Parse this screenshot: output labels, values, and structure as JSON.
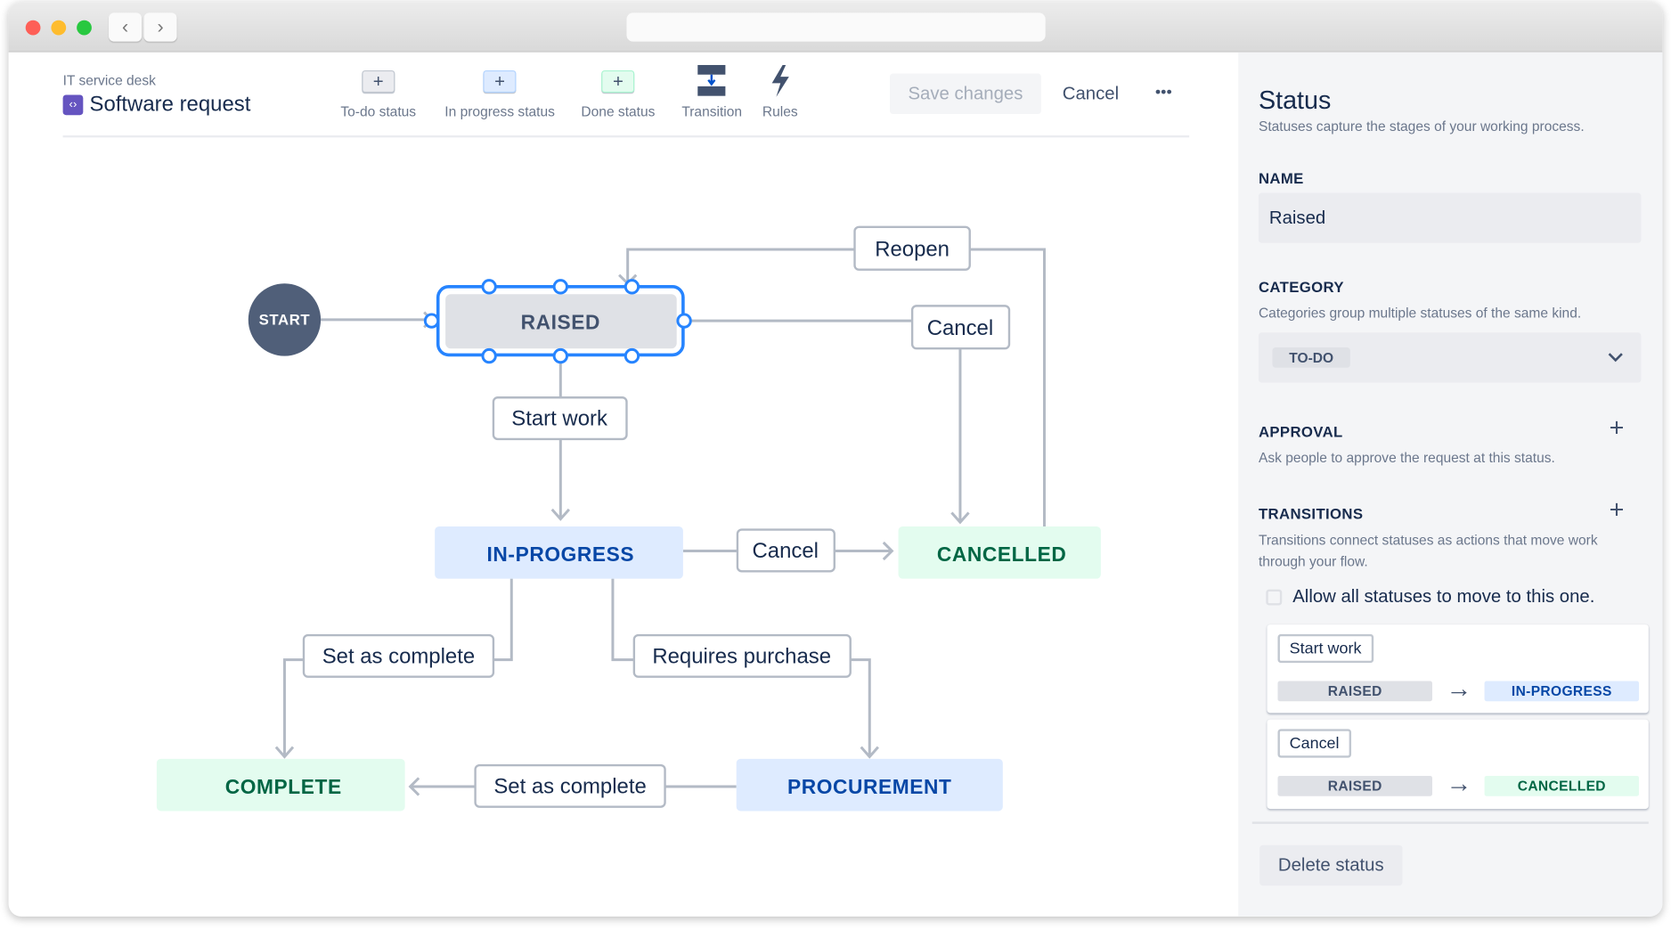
{
  "header": {
    "project": "IT service desk",
    "title": "Software request"
  },
  "toolbar": {
    "items": [
      {
        "label": "To-do status",
        "icon": "plus-icon",
        "color": "#ebecf0"
      },
      {
        "label": "In progress status",
        "icon": "plus-icon",
        "color": "#deebff"
      },
      {
        "label": "Done status",
        "icon": "plus-icon",
        "color": "#e3fcef"
      },
      {
        "label": "Transition",
        "icon": "transition-icon"
      },
      {
        "label": "Rules",
        "icon": "lightning-icon"
      }
    ],
    "plus": "+",
    "save": "Save changes",
    "cancel": "Cancel",
    "more": "•••"
  },
  "diagram": {
    "start": "START",
    "statuses": {
      "raised": "RAISED",
      "in_progress": "IN-PROGRESS",
      "cancelled": "CANCELLED",
      "complete": "COMPLETE",
      "procurement": "PROCUREMENT"
    },
    "transitions": {
      "reopen": "Reopen",
      "cancel_raised": "Cancel",
      "start_work": "Start work",
      "cancel_progress": "Cancel",
      "set_complete_1": "Set as complete",
      "requires_purchase": "Requires purchase",
      "set_complete_2": "Set as complete"
    },
    "colors": {
      "todo": "#dfe1e6",
      "in_progress": "#deebff",
      "done": "#e3fcef",
      "selected": "#2684ff"
    }
  },
  "panel": {
    "title": "Status",
    "subtitle": "Statuses capture the stages of your working process.",
    "name_label": "NAME",
    "name_value": "Raised",
    "category_label": "CATEGORY",
    "category_desc": "Categories group multiple statuses of the same kind.",
    "category_value": "TO-DO",
    "approval_label": "APPROVAL",
    "approval_desc": "Ask people to approve the request at this status.",
    "transitions_label": "TRANSITIONS",
    "transitions_desc_1": "Transitions connect statuses as actions that move work",
    "transitions_desc_2": "through your flow.",
    "allow_all": "Allow all statuses to move to this one.",
    "allow_all_checked": false,
    "plus": "+",
    "arrow": "→",
    "chevron": "⌄",
    "transitions": [
      {
        "name": "Start work",
        "from": "RAISED",
        "to": "IN-PROGRESS"
      },
      {
        "name": "Cancel",
        "from": "RAISED",
        "to": "CANCELLED"
      }
    ],
    "delete": "Delete status"
  }
}
